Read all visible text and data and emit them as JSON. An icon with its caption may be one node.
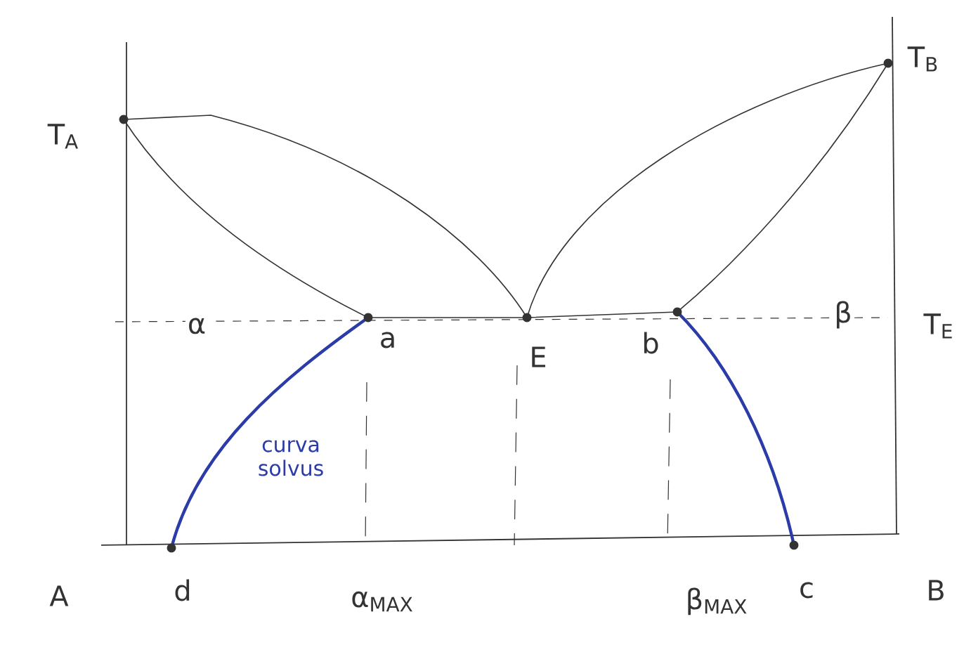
{
  "diagram": {
    "labels": [
      "T$_{A}$",
      "T$_{B}$",
      "α",
      "β",
      "T$_{E}$",
      "a",
      "E",
      "b",
      "curva solvus",
      "A",
      "d",
      "α$_{MAX}$",
      "β$_{MAX}$",
      "c",
      "B"
    ]
  }
}
